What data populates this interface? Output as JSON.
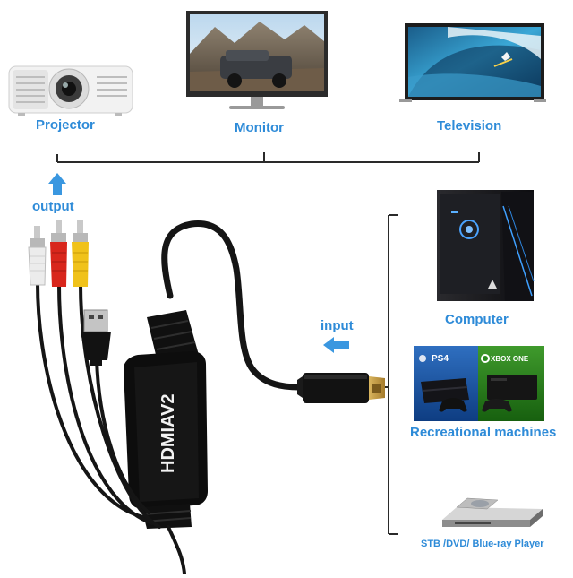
{
  "labels": {
    "projector": "Projector",
    "monitor": "Monitor",
    "television": "Television",
    "output": "output",
    "input": "input",
    "computer": "Computer",
    "recreational": "Recreational machines",
    "stb": "STB /DVD/ Blue-ray Player"
  },
  "device": {
    "converter_text": "HDMIAV2",
    "ps4_text": "PS4",
    "xbox_text": "XBOX ONE"
  },
  "colors": {
    "label_blue": "#2e8bd8",
    "arrow_blue": "#3a97e0",
    "cable_black": "#151515",
    "rca_red": "#d8261c",
    "rca_yellow": "#f0c21a",
    "rca_white": "#e8e8e8",
    "hdmi_gold": "#c9a14a"
  },
  "icons": {
    "projector": "projector-icon",
    "monitor": "monitor-icon",
    "television": "television-icon",
    "computer": "computer-tower-icon",
    "consoles": "game-console-icon",
    "player": "dvd-player-icon"
  }
}
